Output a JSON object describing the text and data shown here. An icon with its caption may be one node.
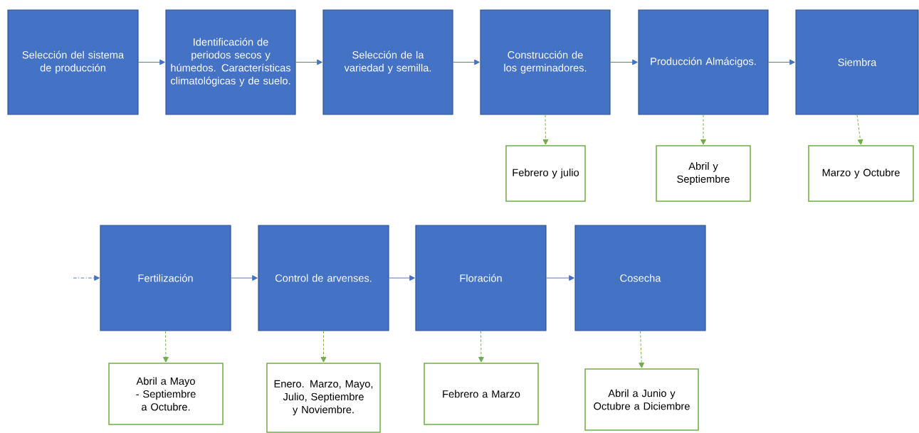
{
  "diagram": {
    "nodes": [
      {
        "text": [
          "Selección del sistema de producción"
        ]
      },
      {
        "text": [
          "Identificación de periodos secos y húmedos. Características climatológicas y de suelo."
        ]
      },
      {
        "text": [
          "Selección de la variedad y semilla."
        ]
      },
      {
        "text": [
          "Construcción de los germinadores."
        ]
      },
      {
        "text": [
          "Producción Almácigos."
        ]
      },
      {
        "text": [
          "Siembra"
        ]
      },
      {
        "text": [
          "Febrero y julio"
        ]
      },
      {
        "text": [
          "Abril y Septiembre"
        ]
      },
      {
        "text": [
          "Marzo y Octubre"
        ]
      },
      {
        "text": [
          "Fertilización"
        ]
      },
      {
        "text": [
          "Control de arvenses."
        ]
      },
      {
        "text": [
          "Floración"
        ]
      },
      {
        "text": [
          "Cosecha"
        ]
      },
      {
        "text": [
          "Abril a Mayo - Septiembre a Octubre."
        ]
      },
      {
        "text": [
          "Enero. Marzo, Mayo, Julio, Septiembre y Noviembre."
        ]
      },
      {
        "text": [
          "Febrero a Marzo"
        ]
      },
      {
        "text": [
          "Abril a Junio y Octubre a Diciembre"
        ]
      }
    ],
    "edges": [
      {
        "from": 0,
        "to": 1,
        "arrow": "to"
      },
      {
        "from": 1,
        "to": 2,
        "arrow": "to"
      },
      {
        "from": 2,
        "to": 3,
        "arrow": "to"
      },
      {
        "from": 3,
        "to": 4,
        "arrow": "to"
      },
      {
        "from": 4,
        "to": 5,
        "arrow": "to"
      },
      {
        "from": 3,
        "to": 6,
        "arrow": "to",
        "style": "dashed",
        "color": "#70ad47"
      },
      {
        "from": 4,
        "to": 7,
        "arrow": "to",
        "style": "dashed",
        "color": "#70ad47"
      },
      {
        "from": 5,
        "to": 8,
        "arrow": "to",
        "style": "dashed",
        "color": "#70ad47"
      },
      {
        "from": null,
        "to": 9,
        "arrow": "to",
        "style": "dashed"
      },
      {
        "from": 9,
        "to": 10,
        "arrow": "to"
      },
      {
        "from": 10,
        "to": 11,
        "arrow": "to"
      },
      {
        "from": 11,
        "to": 12,
        "arrow": "to"
      },
      {
        "from": 9,
        "to": 13,
        "arrow": "to",
        "style": "dashed",
        "color": "#70ad47"
      },
      {
        "from": 10,
        "to": 14,
        "arrow": "to",
        "style": "dashed",
        "color": "#70ad47"
      },
      {
        "from": 11,
        "to": 15,
        "arrow": "to",
        "style": "dashed",
        "color": "#70ad47"
      },
      {
        "from": 12,
        "to": 16,
        "arrow": "to",
        "style": "dashed",
        "color": "#70ad47"
      }
    ]
  }
}
